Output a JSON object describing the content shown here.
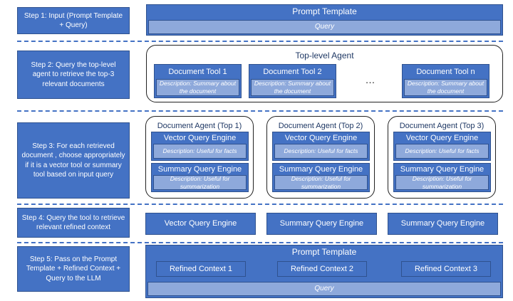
{
  "steps": [
    "Step 1: Input (Prompt Template + Query)",
    "Step 2: Query the top-level agent to retrieve the top-3 relevant documents",
    "Step 3: For each retrieved document ,  choose appropriately if it is a vector tool or summary tool based on input query",
    "Step 4: Query the tool to retrieve relevant refined context",
    "Step 5: Pass on the Prompt Template + Refined Context + Query to the LLM"
  ],
  "step1": {
    "prompt_template": "Prompt Template",
    "query": "Query"
  },
  "step2": {
    "agent_title": "Top-level Agent",
    "ellipsis": "…",
    "tools": [
      {
        "name": "Document Tool 1",
        "description": "Description: Summary about the document"
      },
      {
        "name": "Document Tool 2",
        "description": "Description: Summary about the document"
      },
      {
        "name": "Document Tool n",
        "description": "Description: Summary about the document"
      }
    ]
  },
  "step3": {
    "agents": [
      {
        "title": "Document Agent (Top 1)"
      },
      {
        "title": "Document Agent (Top 2)"
      },
      {
        "title": "Document Agent (Top 3)"
      }
    ],
    "vector_engine": {
      "name": "Vector Query Engine",
      "description": "Description: Useful for facts"
    },
    "summary_engine": {
      "name": "Summary Query Engine",
      "description": "Description: Useful for summarization"
    }
  },
  "step4": {
    "engines": [
      "Vector Query Engine",
      "Summary Query Engine",
      "Summary Query Engine"
    ]
  },
  "step5": {
    "prompt_template": "Prompt Template",
    "contexts": [
      "Refined Context 1",
      "Refined Context 2",
      "Refined Context 3"
    ],
    "query": "Query"
  },
  "colors": {
    "dark_blue": "#4472c4",
    "light_blue": "#8ea9db",
    "border": "#2f528f",
    "title_text": "#1f3864"
  }
}
